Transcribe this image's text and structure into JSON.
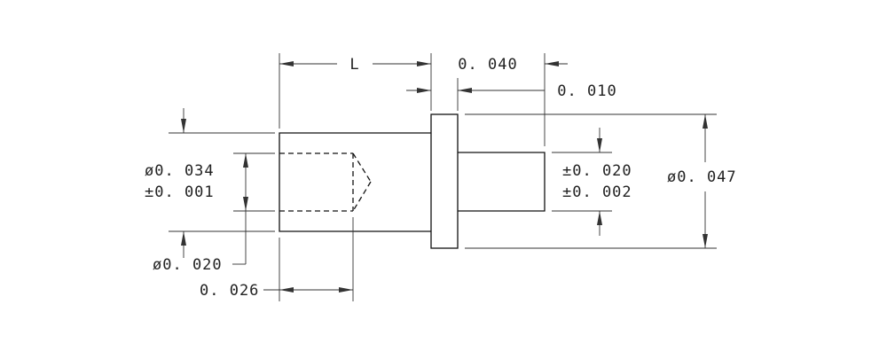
{
  "dimensions": {
    "length": "L",
    "flange_thickness": "0. 040",
    "tail_length": "0. 010",
    "body_diameter": "ø0. 034",
    "body_tolerance": "±0. 001",
    "tail_diameter": "±0. 020",
    "tail_tolerance": "±0. 002",
    "flange_diameter": "ø0. 047",
    "bore_diameter": "ø0. 020",
    "bore_depth": "0. 026"
  }
}
